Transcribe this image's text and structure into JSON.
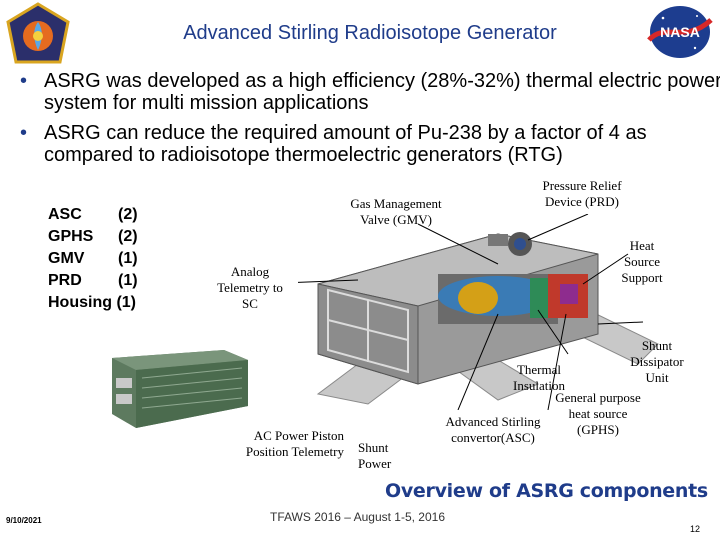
{
  "slide": {
    "title": "Advanced Stirling Radioisotope Generator",
    "bullets": [
      "ASRG was developed as a high efficiency (28%-32%) thermal electric power system for multi mission applications",
      "ASRG can reduce the required amount of Pu-238 by a factor of 4 as compared to radioisotope thermoelectric generators (RTG)"
    ],
    "components": [
      {
        "name": "ASC",
        "count": "(2)"
      },
      {
        "name": "GPHS",
        "count": "(2)"
      },
      {
        "name": "GMV",
        "count": "(1)"
      },
      {
        "name": "PRD",
        "count": "(1)"
      },
      {
        "name": "Housing",
        "count": "(1)"
      }
    ],
    "labels": {
      "gmv": "Gas Management Valve (GMV)",
      "prd": "Pressure Relief Device (PRD)",
      "heat_source_support": "Heat Source Support",
      "analog_telemetry": "Analog Telemetry to SC",
      "shunt_dissipator": "Shunt Dissipator Unit",
      "thermal_insulation": "Thermal Insulation",
      "gphs": "General purpose heat source (GPHS)",
      "asc": "Advanced Stirling convertor(ASC)",
      "ac_power": "AC Power Piston Position Telemetry",
      "shunt_power": "Shunt Power"
    },
    "caption": "Overview of ASRG components",
    "footer_date": "9/10/2021",
    "footer_center": "TFAWS 2016 – August 1-5, 2016",
    "page_number": "12"
  },
  "logos": {
    "left_patch": "mission-patch",
    "right": "nasa-meatball",
    "right_text": "NASA"
  },
  "colors": {
    "title_blue": "#1f3c8a",
    "caption_blue": "#1f3c8a",
    "housing_gray": "#9a9a9a",
    "heat_source_red": "#c0392b",
    "controller_green": "#4b6b4e"
  }
}
